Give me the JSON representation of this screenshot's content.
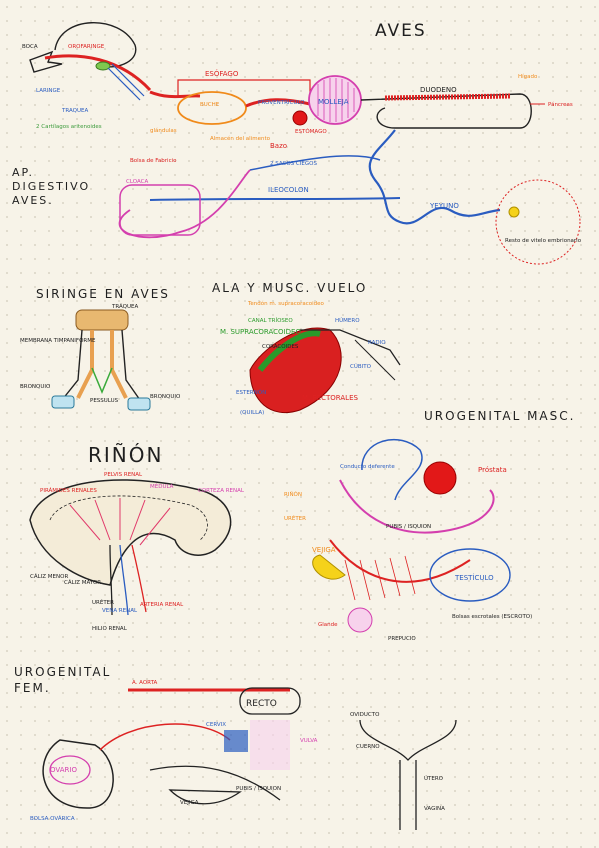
{
  "titles": {
    "aves": "AVES",
    "ap_line1": "AP.",
    "ap_line2": "DIGESTIVO",
    "ap_line3": "AVES.",
    "siringe": "SIRINGE EN AVES",
    "ala": "ALA Y MUSC. VUELO",
    "urogenital_masc": "UROGENITAL MASC.",
    "rinon": "RIÑÓN",
    "urogenital_fem_1": "UROGENITAL",
    "urogenital_fem_2": "FEM."
  },
  "digestivo": {
    "boca": "BOCA",
    "orofaringe": "OROFARINGE",
    "laringe": "LARINGE",
    "traquea": "TRAQUEA",
    "cartilagos": "2 Cartílagos aritenoides",
    "esofago": "ESÓFAGO",
    "buche": "BUCHE",
    "proventriculo": "PROVENTRÍCULO",
    "molleja": "MOLLEJA",
    "estomago": "ESTÓMAGO",
    "bazo": "Bazo",
    "duodeno": "DUODENO",
    "pancreas": "Páncreas",
    "higado": "Hígado",
    "bolsa_fabricio": "Bolsa de Fabricio",
    "dos_sacos": "2 SACOS CIEGOS",
    "ileocolon": "ILEOCOLON",
    "yeyuno": "YEYUNO",
    "cloaca": "CLOACA",
    "resto_vitelo": "Resto de vitelo embrionario",
    "glandulas": "glándulas",
    "almacen": "Almacén del alimento"
  },
  "siringe": {
    "traquea": "TRÁQUEA",
    "membrana": "MEMBRANA TIMPANIFORME",
    "bronquio_izq": "BRONQUIO",
    "bronquio_der": "BRONQUIO",
    "pessulus": "PESSULUS"
  },
  "ala": {
    "subtitle": "Tendón m. supracoracoideo",
    "canal": "CANAL TRÍOSEO",
    "supracoracoideo": "M. SUPRACORACOIDEO",
    "coracoides": "CORACOIDES",
    "esternon": "ESTERNÓN",
    "quilla": "(QUILLA)",
    "pectorales": "M. PECTORALES",
    "humero": "HÚMERO",
    "radio": "RADIO",
    "cubito": "CÚBITO"
  },
  "rinon": {
    "piramides": "PIRÁMIDES RENALES",
    "pelvis": "PELVIS RENAL",
    "medula": "MÉDULA",
    "corteza": "CORTEZA RENAL",
    "caliz_menor": "CÁLIZ MENOR",
    "caliz_mayor": "CÁLIZ MAYOR",
    "ureter": "URÉTER",
    "vena": "VENA RENAL",
    "arteria": "ARTERIA RENAL",
    "hilio": "HILIO RENAL"
  },
  "masc": {
    "rinon": "RIÑÓN",
    "ureter": "URÉTER",
    "vejiga": "VEJIGA",
    "prostata": "Próstata",
    "testiculo": "TESTÍCULO",
    "conducto": "Conducto deferente",
    "glande": "Glande",
    "prepucio": "PREPUCIO",
    "bolsas": "Bolsas escrotales (ESCROTO)",
    "pubis": "PUBIS / ISQUION"
  },
  "fem": {
    "aorta": "A. AORTA",
    "recto": "RECTO",
    "ovario": "OVARIO",
    "bolsa_ovarica": "BOLSA OVÁRICA",
    "cervix": "CERVIX",
    "vejiga": "VEJIGA",
    "pubis": "PUBIS / ISQUION",
    "vulva": "VULVA",
    "vagina": "VAGINA",
    "utero": "ÚTERO",
    "cuerno": "CUERNO",
    "oviducto": "OVIDUCTO"
  }
}
